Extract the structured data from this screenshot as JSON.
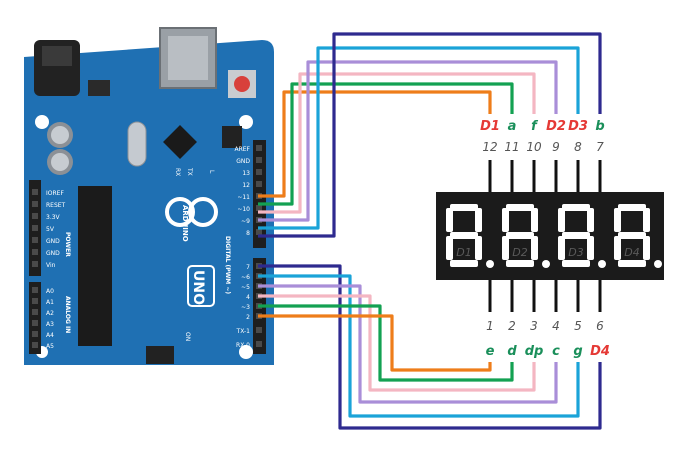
{
  "board": {
    "brand": "ARDUINO",
    "model": "UNO",
    "digital_header_label": "DIGITAL (PWM ~)",
    "power_header_label": "POWER",
    "analog_header_label": "ANALOG IN",
    "on_label": "ON",
    "tx_label": "TX",
    "rx_label": "RX",
    "l_label": "L",
    "digital_pins": [
      "AREF",
      "GND",
      "13",
      "12",
      "~11",
      "~10",
      "~9",
      "8",
      "7",
      "~6",
      "~5",
      "4",
      "~3",
      "2",
      "TX-1",
      "RX-0"
    ],
    "power_pins": [
      "IOREF",
      "RESET",
      "3.3V",
      "5V",
      "GND",
      "GND",
      "Vin"
    ],
    "analog_pins": [
      "A0",
      "A1",
      "A2",
      "A3",
      "A4",
      "A5"
    ]
  },
  "display": {
    "digit_labels": [
      "D1",
      "D2",
      "D3",
      "D4"
    ],
    "top_pins": [
      {
        "name": "D1",
        "num": "12",
        "color": "#e53935"
      },
      {
        "name": "a",
        "num": "11",
        "color": "#1a8f5a"
      },
      {
        "name": "f",
        "num": "10",
        "color": "#1a8f5a"
      },
      {
        "name": "D2",
        "num": "9",
        "color": "#e53935"
      },
      {
        "name": "D3",
        "num": "8",
        "color": "#e53935"
      },
      {
        "name": "b",
        "num": "7",
        "color": "#1a8f5a"
      }
    ],
    "bottom_pins": [
      {
        "name": "e",
        "num": "1",
        "color": "#1a8f5a"
      },
      {
        "name": "d",
        "num": "2",
        "color": "#1a8f5a"
      },
      {
        "name": "dp",
        "num": "3",
        "color": "#1a8f5a"
      },
      {
        "name": "c",
        "num": "4",
        "color": "#1a8f5a"
      },
      {
        "name": "g",
        "num": "5",
        "color": "#1a8f5a"
      },
      {
        "name": "D4",
        "num": "6",
        "color": "#e53935"
      }
    ]
  },
  "wire_colors": {
    "orange": "#ee7d1a",
    "green": "#13a152",
    "pink": "#f4b6c2",
    "purple": "#a98ed8",
    "blue": "#1aa3d8",
    "navy": "#2e2a8f"
  }
}
